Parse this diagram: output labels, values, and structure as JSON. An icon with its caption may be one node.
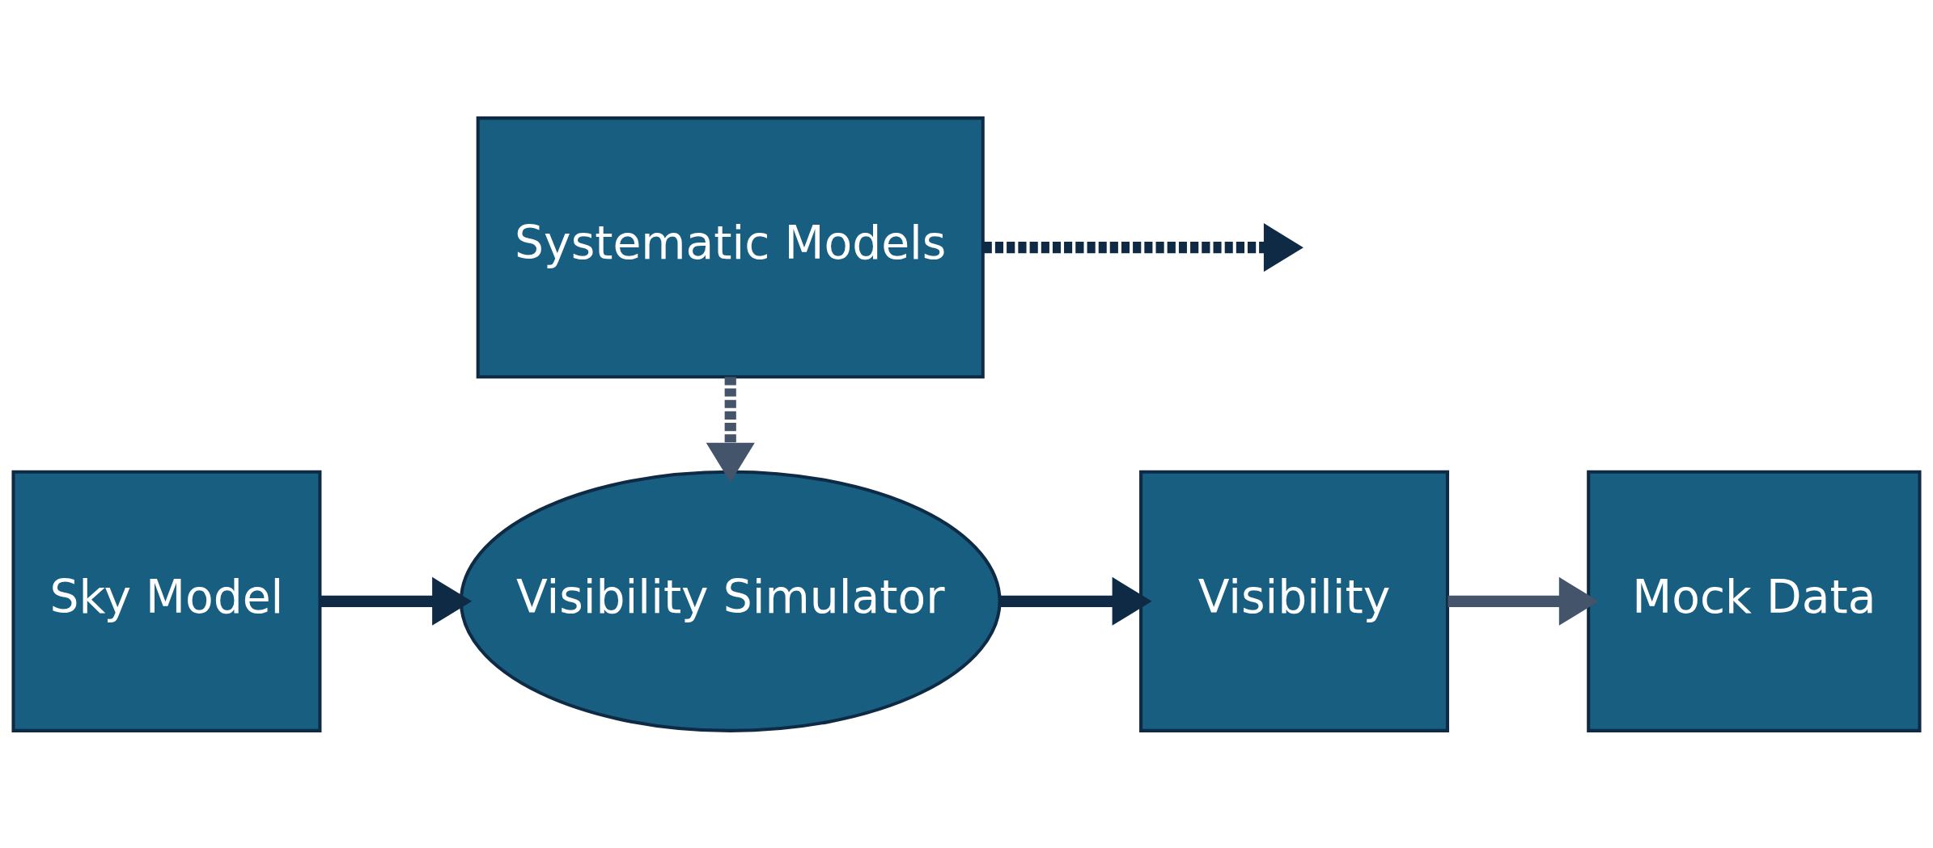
{
  "diagram": {
    "nodes": [
      {
        "text": [
          "Sky Model"
        ]
      },
      {
        "text": [
          "Visibility Simulator"
        ]
      },
      {
        "text": [
          "Visibility"
        ]
      },
      {
        "text": [
          "Mock Data"
        ]
      },
      {
        "text": [
          "Systematic Models"
        ]
      }
    ],
    "edges": [
      {
        "from": 0,
        "to": 1,
        "arrow": "to"
      },
      {
        "from": 1,
        "to": 2,
        "arrow": "to"
      },
      {
        "from": 2,
        "to": 3,
        "arrow": "to",
        "color": "#44546a"
      },
      {
        "from": 4,
        "to": 1,
        "arrow": "to",
        "style": "dashed",
        "color": "#44546a"
      },
      {
        "from": 4,
        "to": null,
        "arrow": "to",
        "style": "dashed"
      }
    ]
  }
}
